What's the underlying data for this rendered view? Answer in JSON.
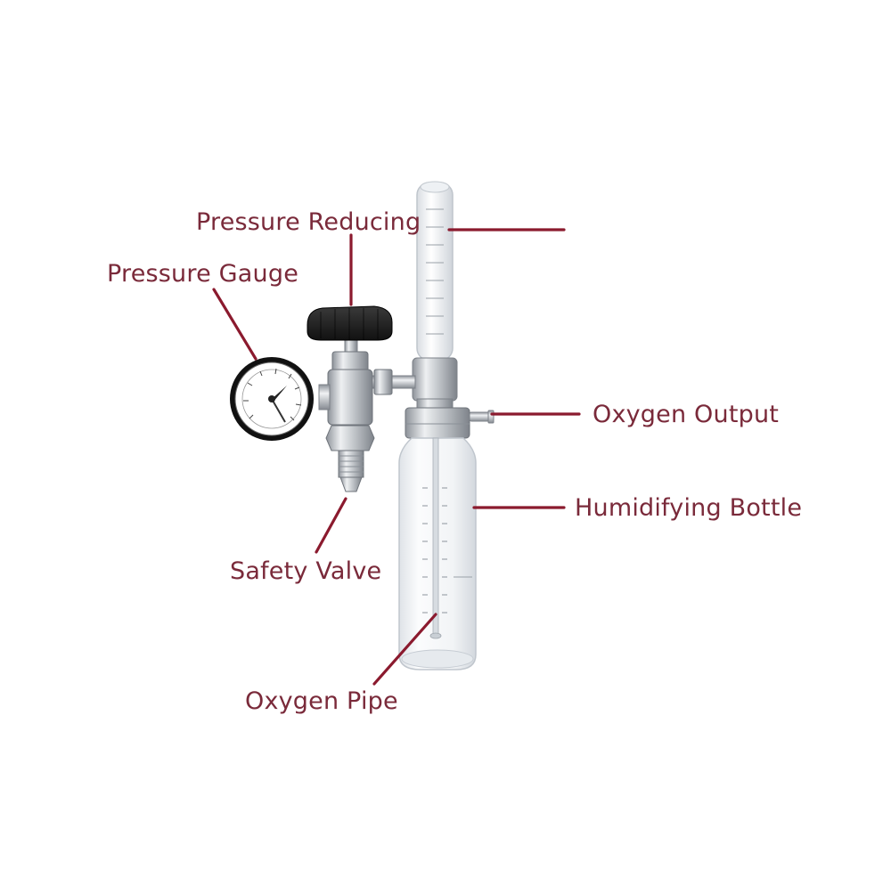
{
  "labels": {
    "pressure_reducing": "Pressure Reducing",
    "pressure_gauge": "Pressure Gauge",
    "oxygen_output": "Oxygen Output",
    "humidifying_bottle": "Humidifying Bottle",
    "safety_valve": "Safety Valve",
    "oxygen_pipe": "Oxygen Pipe"
  },
  "colors": {
    "label_text": "#7a2a3a",
    "leader_line": "#8b1a2e",
    "chrome": "#b8bcc2",
    "knob": "#1c1c1c"
  }
}
